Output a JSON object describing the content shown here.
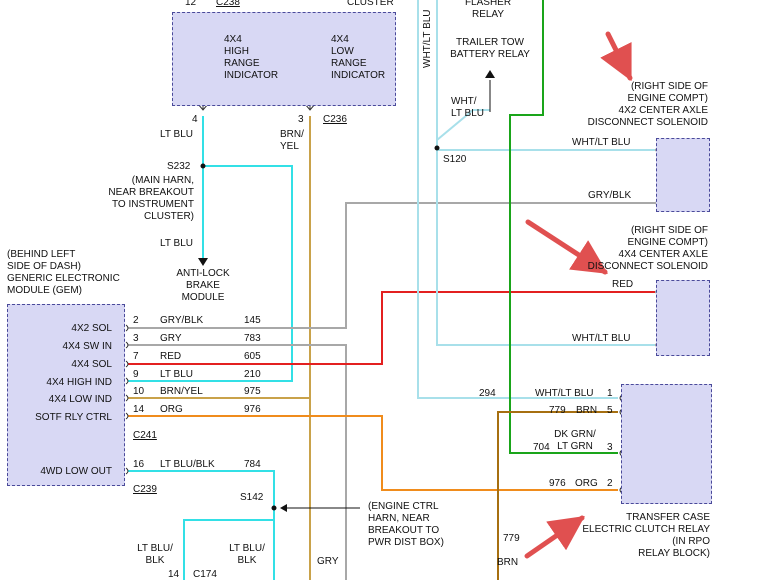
{
  "colors": {
    "background": "#ffffff",
    "component_fill": "#d8d8f4",
    "component_border": "#4a4a9a",
    "wire_lt_blu": "#33e0e6",
    "wire_red": "#e32020",
    "wire_org": "#f08c1c",
    "wire_brn": "#a66f10",
    "wire_grn": "#1aa51a",
    "wire_gray": "#a8a8a8",
    "wire_whtltblu": "#a8e0ea",
    "arrow": "#e05050"
  },
  "top": {
    "cluster_pin_top": "12",
    "cluster_connector_top": "C238",
    "cluster_label": "CLUSTER",
    "high_indicator": "4X4\nHIGH\nRANGE\nINDICATOR",
    "low_indicator": "4X4\nLOW\nRANGE\nINDICATOR",
    "pin_4": "4",
    "pin_3": "3",
    "connector_c236": "C236",
    "wire_lt_blu_top": "LT BLU",
    "wire_brn_yel_top": "BRN/\nYEL",
    "vertical_wire_label": "WHT/LT BLU",
    "flasher_relay": "FLASHER\nRELAY",
    "trailer_tow": "TRAILER TOW\nBATTERY RELAY",
    "wht_lt_blu_relay": "WHT/\nLT BLU",
    "splice_s120": "S120"
  },
  "splice_s232": {
    "label": "S232",
    "note": "(MAIN HARN,\nNEAR BREAKOUT\nTO INSTRUMENT\nCLUSTER)",
    "wire_below": "LT BLU",
    "destination": "ANTI-LOCK\nBRAKE\nMODULE"
  },
  "solenoid_top": {
    "location": "(RIGHT SIDE OF\nENGINE COMPT)\n4X2 CENTER AXLE\nDISCONNECT SOLENOID",
    "wire_1": "WHT/LT BLU",
    "wire_2": "GRY/BLK"
  },
  "solenoid_bottom": {
    "location": "(RIGHT SIDE OF\nENGINE COMPT)\n4X4 CENTER AXLE\nDISCONNECT SOLENOID",
    "wire_1": "RED",
    "wire_2": "WHT/LT BLU"
  },
  "gem": {
    "location": "(BEHIND LEFT\nSIDE OF DASH)\nGENERIC ELECTRONIC\nMODULE (GEM)",
    "connector_c241": "C241",
    "connector_c239": "C239",
    "pins": [
      {
        "label": "4X2 SOL",
        "pin": "2",
        "wire": "GRY/BLK",
        "circuit": "145"
      },
      {
        "label": "4X4 SW IN",
        "pin": "3",
        "wire": "GRY",
        "circuit": "783"
      },
      {
        "label": "4X4 SOL",
        "pin": "7",
        "wire": "RED",
        "circuit": "605"
      },
      {
        "label": "4X4 HIGH IND",
        "pin": "9",
        "wire": "LT BLU",
        "circuit": "210"
      },
      {
        "label": "4X4 LOW IND",
        "pin": "10",
        "wire": "BRN/YEL",
        "circuit": "975"
      },
      {
        "label": "SOTF RLY CTRL",
        "pin": "14",
        "wire": "ORG",
        "circuit": "976"
      },
      {
        "label": "4WD LOW OUT",
        "pin": "16",
        "wire": "LT BLU/BLK",
        "circuit": "784"
      }
    ]
  },
  "splice_s142": {
    "label": "S142",
    "note": "(ENGINE CTRL\nHARN, NEAR\nBREAKOUT TO\nPWR DIST BOX)",
    "wire_left": "LT BLU/\nBLK",
    "wire_mid": "LT BLU/\nBLK",
    "wire_right": "GRY",
    "pin_bottom": "14",
    "connector_c174": "C174"
  },
  "relay": {
    "circuit_294": "294",
    "row1_wire": "WHT/LT BLU",
    "row1_pin": "1",
    "row2_circuit": "779",
    "row2_wire": "BRN",
    "row2_pin": "5",
    "row3_wire": "DK GRN/\nLT GRN",
    "row3_circuit": "704",
    "row3_pin": "3",
    "row4_circuit": "976",
    "row4_wire": "ORG",
    "row4_pin": "2",
    "name": "TRANSFER CASE\nELECTRIC CLUTCH RELAY\n(IN RPO\nRELAY BLOCK)",
    "bottom_circuit": "779",
    "bottom_wire": "BRN"
  }
}
